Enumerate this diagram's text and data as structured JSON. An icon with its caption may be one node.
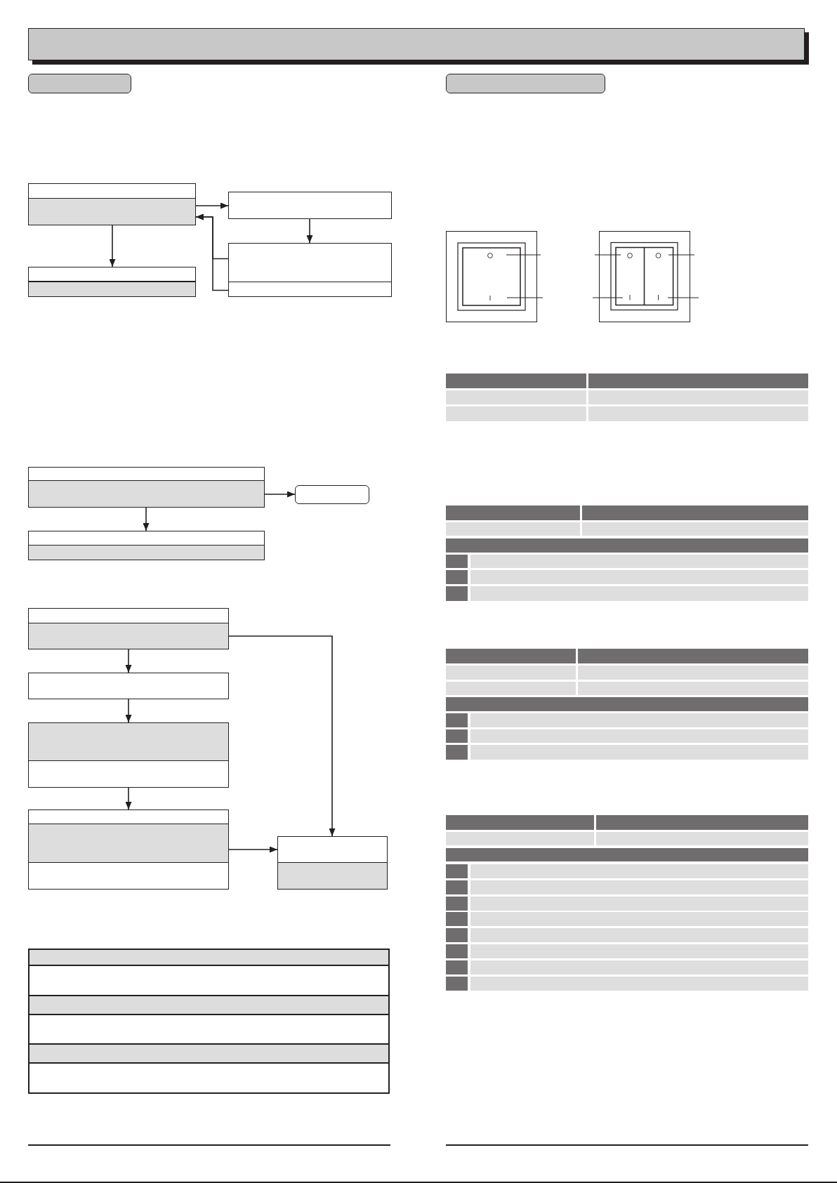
{
  "diagram": {
    "nodes": [
      {
        "text": [],
        "shape": "box"
      },
      {
        "text": [],
        "shape": "box"
      },
      {
        "text": [],
        "shape": "box"
      },
      {
        "text": [],
        "shape": "box"
      },
      {
        "text": [],
        "shape": "box"
      },
      {
        "text": [],
        "shape": "box"
      },
      {
        "text": [],
        "shape": "box"
      },
      {
        "text": [],
        "shape": "box"
      },
      {
        "text": [],
        "shape": "box"
      },
      {
        "text": [],
        "shape": "box"
      },
      {
        "text": [],
        "shape": "box"
      },
      {
        "text": [],
        "shape": "box"
      },
      {
        "text": [],
        "shape": "box"
      },
      {
        "text": [],
        "shape": "box"
      },
      {
        "text": [],
        "shape": "box"
      }
    ],
    "edges": [
      {
        "from": 2,
        "to": 3,
        "arrow": "to"
      },
      {
        "from": 3,
        "to": 5,
        "arrow": "to"
      },
      {
        "from": 2,
        "to": 4,
        "arrow": "to"
      },
      {
        "from": 5,
        "to": 2,
        "arrow": "to"
      },
      {
        "from": 6,
        "to": 2,
        "arrow": "to"
      },
      {
        "from": 7,
        "to": 8,
        "arrow": "to"
      },
      {
        "from": 7,
        "to": 9,
        "arrow": "to"
      },
      {
        "from": 10,
        "to": 11,
        "arrow": "to"
      },
      {
        "from": 10,
        "to": 14,
        "arrow": "to"
      },
      {
        "from": 11,
        "to": 12,
        "arrow": "to"
      },
      {
        "from": 12,
        "to": 13,
        "arrow": "to"
      },
      {
        "from": 13,
        "to": 14,
        "arrow": "to"
      }
    ]
  }
}
